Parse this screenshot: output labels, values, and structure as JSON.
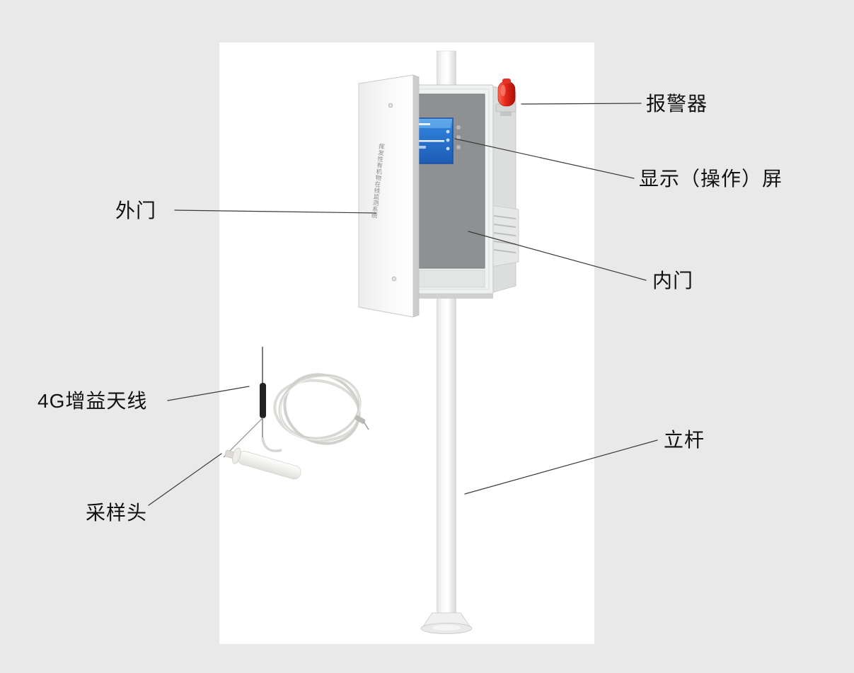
{
  "labels": {
    "alarm": "报警器",
    "display": "显示（操作）屏",
    "outer_door": "外门",
    "inner_door": "内门",
    "antenna_4g": "4G增益天线",
    "sampling_head": "采样头",
    "pole": "立杆"
  },
  "device": {
    "door_title": "挥发性有机物在线监测系统"
  },
  "colors": {
    "background": "#e9e9e9",
    "panel": "#ffffff",
    "alarm_red": "#e02718",
    "screen_blue": "#2e7fd8",
    "label_text": "#111111"
  }
}
